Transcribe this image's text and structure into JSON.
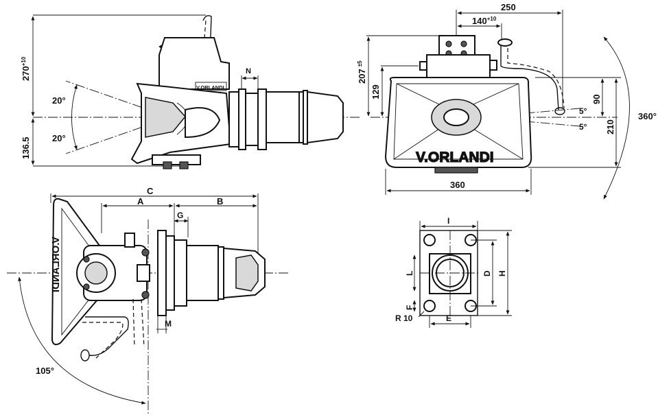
{
  "side_view": {
    "height_dim": "270",
    "height_tol": "+10",
    "lower_dim": "136.5",
    "angle_up": "20°",
    "angle_down": "20°",
    "n_label": "N",
    "brand": "V.ORLANDI"
  },
  "front_view": {
    "width_250": "250",
    "width_140": "140",
    "width_140_tol": "+10",
    "height_207": "207",
    "height_207_tol": "±5",
    "height_129": "129",
    "height_90": "90",
    "height_210": "210",
    "angle_top": "5°",
    "angle_bottom": "5°",
    "rotation": "360°",
    "width_360": "360",
    "brand": "V.ORLANDI"
  },
  "top_view": {
    "c_label": "C",
    "a_label": "A",
    "b_label": "B",
    "g_label": "G",
    "m_label": "M",
    "angle": "105°",
    "brand_mirrored": "V.ORLANDI"
  },
  "flange_view": {
    "i_label": "I",
    "l_label": "L",
    "d_label": "D",
    "h_label": "H",
    "f_label": "F",
    "e_label": "E",
    "r_label": "R 10"
  }
}
